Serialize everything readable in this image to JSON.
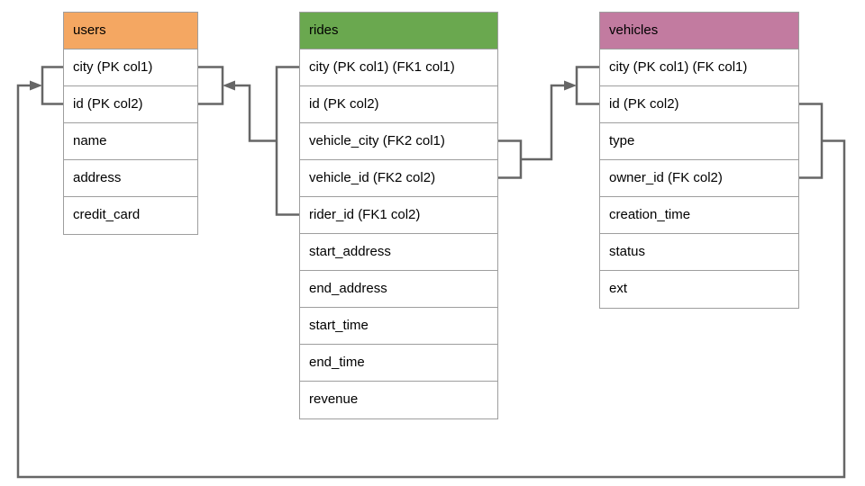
{
  "colors": {
    "users_header": "#f4a762",
    "rides_header": "#6aa84f",
    "vehicles_header": "#c27ba0",
    "table_border": "#9e9e9e",
    "connector_line": "#666666",
    "background": "#ffffff",
    "text": "#000000"
  },
  "tables": [
    {
      "name": "users",
      "rows": [
        "city (PK col1)",
        "id (PK col2)",
        "name",
        "address",
        "credit_card"
      ]
    },
    {
      "name": "rides",
      "rows": [
        "city (PK col1) (FK1 col1)",
        "id (PK col2)",
        "vehicle_city (FK2 col1)",
        "vehicle_id (FK2 col2)",
        "rider_id (FK1 col2)",
        "start_address",
        "end_address",
        "start_time",
        "end_time",
        "revenue"
      ]
    },
    {
      "name": "vehicles",
      "rows": [
        "city (PK col1) (FK col1)",
        "id (PK col2)",
        "type",
        "owner_id (FK col2)",
        "creation_time",
        "status",
        "ext"
      ]
    }
  ],
  "relationships": [
    {
      "name": "fk1-rides-to-users",
      "from_table": "rides",
      "from_rows": [
        "city (PK col1) (FK1 col1)",
        "rider_id (FK1 col2)"
      ],
      "to_table": "users",
      "to_rows": [
        "city (PK col1)",
        "id (PK col2)"
      ],
      "arrow_points_at": "users"
    },
    {
      "name": "fk2-rides-to-vehicles",
      "from_table": "rides",
      "from_rows": [
        "vehicle_city (FK2 col1)",
        "vehicle_id (FK2 col2)"
      ],
      "to_table": "vehicles",
      "to_rows": [
        "city (PK col1) (FK col1)",
        "id (PK col2)"
      ],
      "arrow_points_at": "vehicles"
    },
    {
      "name": "fk-vehicles-to-users",
      "from_table": "vehicles",
      "from_rows": [
        "id (PK col2)",
        "owner_id (FK col2)"
      ],
      "to_table": "users",
      "to_rows": [
        "city (PK col1)",
        "id (PK col2)"
      ],
      "arrow_points_at": "users"
    }
  ]
}
